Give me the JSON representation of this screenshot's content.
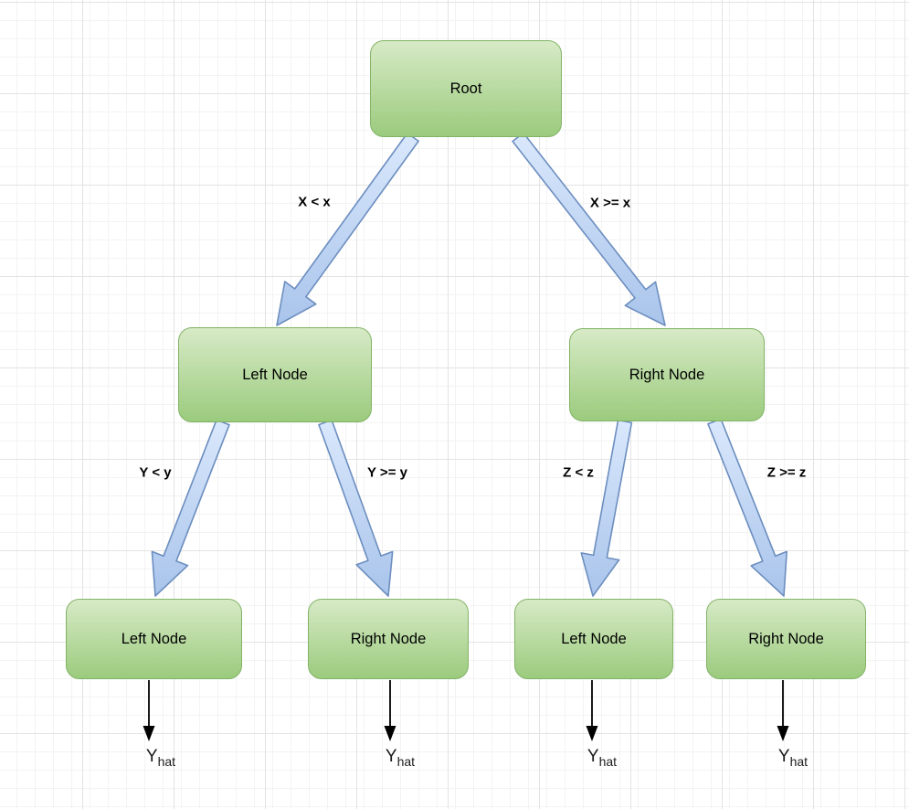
{
  "diagram": {
    "nodes": [
      {
        "id": "root",
        "label": "Root"
      },
      {
        "id": "l2-left",
        "label": "Left Node"
      },
      {
        "id": "l2-right",
        "label": "Right Node"
      },
      {
        "id": "leaf-ll",
        "label": "Left Node"
      },
      {
        "id": "leaf-lr",
        "label": "Right Node"
      },
      {
        "id": "leaf-rl",
        "label": "Left Node"
      },
      {
        "id": "leaf-rr",
        "label": "Right Node"
      }
    ],
    "edges": [
      {
        "id": "root-left",
        "label": "X < x"
      },
      {
        "id": "root-right",
        "label": "X >= x"
      },
      {
        "id": "left-left",
        "label": "Y < y"
      },
      {
        "id": "left-right",
        "label": "Y >= y"
      },
      {
        "id": "right-left",
        "label": "Z < z"
      },
      {
        "id": "right-right",
        "label": "Z >= z"
      }
    ],
    "outputs": [
      {
        "id": "out-1",
        "main": "Y",
        "sub": "hat"
      },
      {
        "id": "out-2",
        "main": "Y",
        "sub": "hat"
      },
      {
        "id": "out-3",
        "main": "Y",
        "sub": "hat"
      },
      {
        "id": "out-4",
        "main": "Y",
        "sub": "hat"
      }
    ],
    "colors": {
      "background": "#ffffff",
      "grid_minor": "#f3f3f3",
      "grid_major": "#e3e3e3",
      "node_fill_top": "#d7eac6",
      "node_fill_bottom": "#9bcb7d",
      "node_border": "#82b366",
      "arrow_fill_top": "#dae8fc",
      "arrow_fill_bottom": "#a9c4eb",
      "arrow_border": "#6c8ebf",
      "thin_arrow": "#000000",
      "text": "#000000"
    }
  }
}
